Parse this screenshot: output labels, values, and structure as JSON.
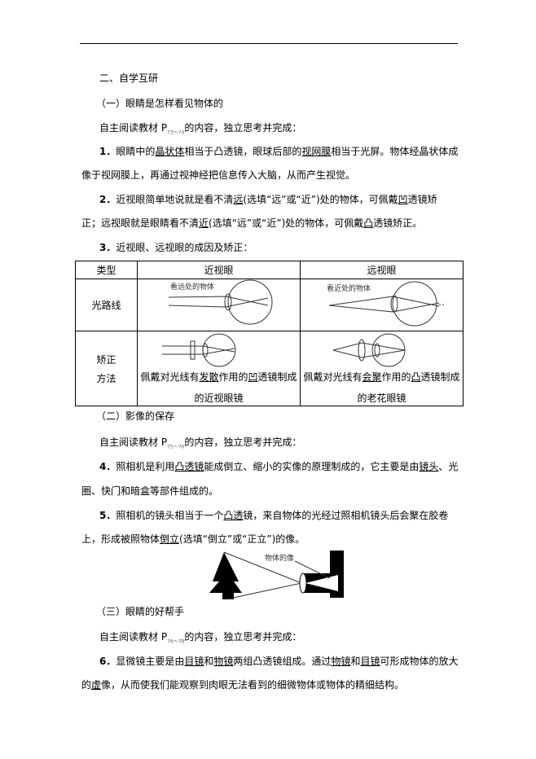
{
  "section_title": "二、自学互研",
  "parts": [
    {
      "heading": "（一）眼睛是怎样看见物体的",
      "read_prefix": "自主阅读教材 P",
      "read_sub": "73～74",
      "read_suffix": "的内容，独立思考并完成："
    },
    {
      "heading": "（二）影像的保存",
      "read_prefix": "自主阅读教材 P",
      "read_sub": "75～76",
      "read_suffix": "的内容，独立思考并完成："
    },
    {
      "heading": "（三）眼睛的好帮手",
      "read_prefix": "自主阅读教材 P",
      "read_sub": "76～78",
      "read_suffix": "的内容，独立思考并完成："
    }
  ],
  "lines": {
    "q1a": [
      {
        "t": "1．",
        "b": 1
      },
      {
        "t": "眼睛中的"
      },
      {
        "t": "晶状体",
        "u": 1
      },
      {
        "t": "相当于凸透镜，眼球后部的"
      },
      {
        "t": "视网膜",
        "u": 1
      },
      {
        "t": "相当于光屏。物体经晶状体成"
      }
    ],
    "q1b": [
      {
        "t": "像于视网膜上，再通过视神经把信息传入大脑，从而产生视觉。"
      }
    ],
    "q2a": [
      {
        "t": "2．",
        "b": 1
      },
      {
        "t": "近视眼简单地说就是看不清"
      },
      {
        "t": "远",
        "u": 1
      },
      {
        "t": "(选填“远”或“近”)处的物体，可佩戴"
      },
      {
        "t": "凹",
        "u": 1
      },
      {
        "t": "透镜矫"
      }
    ],
    "q2b": [
      {
        "t": "正；远视眼就是眼睛看不清"
      },
      {
        "t": "近",
        "u": 1
      },
      {
        "t": "(选填“远”或“近”)处的物体，可佩戴"
      },
      {
        "t": "凸",
        "u": 1
      },
      {
        "t": "透镜矫正。"
      }
    ],
    "q3": [
      {
        "t": "3．",
        "b": 1
      },
      {
        "t": "近视眼、远视眼的成因及矫正："
      }
    ],
    "q4a": [
      {
        "t": "4．",
        "b": 1
      },
      {
        "t": "照相机是利用"
      },
      {
        "t": "凸透镜",
        "u": 1
      },
      {
        "t": "能成倒立、缩小的实像的原理制成的，它主要是由"
      },
      {
        "t": "镜头",
        "u": 1
      },
      {
        "t": "、光"
      }
    ],
    "q4b": [
      {
        "t": "圈、快门和暗盒等部件组成的。"
      }
    ],
    "q5a": [
      {
        "t": "5．",
        "b": 1
      },
      {
        "t": "照相机的镜头相当于一个"
      },
      {
        "t": "凸透",
        "u": 1
      },
      {
        "t": "镜，来自物体的光经过照相机镜头后会聚在胶卷"
      }
    ],
    "q5b": [
      {
        "t": "上，形成被照物体"
      },
      {
        "t": "倒立",
        "u": 1
      },
      {
        "t": "(选填“倒立”或“正立”)的像。"
      }
    ],
    "q6a": [
      {
        "t": "6．",
        "b": 1
      },
      {
        "t": "显微镜主要是由"
      },
      {
        "t": "目镜",
        "u": 1
      },
      {
        "t": "和"
      },
      {
        "t": "物镜",
        "u": 1
      },
      {
        "t": "两组凸透镜组成。通过"
      },
      {
        "t": "物镜",
        "u": 1
      },
      {
        "t": "和"
      },
      {
        "t": "目镜",
        "u": 1
      },
      {
        "t": "可形成物体的放大"
      }
    ],
    "q6b": [
      {
        "t": "的"
      },
      {
        "t": "虚",
        "u": 1
      },
      {
        "t": "像，从而使我们能观察到肉眼无法看到的细微物体或物体的精细结构。"
      }
    ]
  },
  "table": {
    "headers": [
      "类型",
      "近视眼",
      "远视眼"
    ],
    "row1_label": "光路线",
    "myopia_caption": "看远处的物体",
    "hyperopia_caption": "看近处的物体",
    "row2_label_1": "矫正",
    "row2_label_2": "方法",
    "myopia_fix": [
      {
        "t": "佩戴对光线有"
      },
      {
        "t": "发散",
        "u": 1
      },
      {
        "t": "作用的"
      },
      {
        "t": "凹",
        "u": 1
      },
      {
        "t": "透镜制成"
      }
    ],
    "myopia_fix_2": "的近视眼镜",
    "hyperopia_fix": [
      {
        "t": "佩戴对光线有"
      },
      {
        "t": "会聚",
        "u": 1
      },
      {
        "t": "作用的"
      },
      {
        "t": "凸",
        "u": 1
      },
      {
        "t": "透镜制成"
      }
    ],
    "hyperopia_fix_2": "的老花眼镜"
  },
  "camera_figure": {
    "caption": "物体的像"
  }
}
